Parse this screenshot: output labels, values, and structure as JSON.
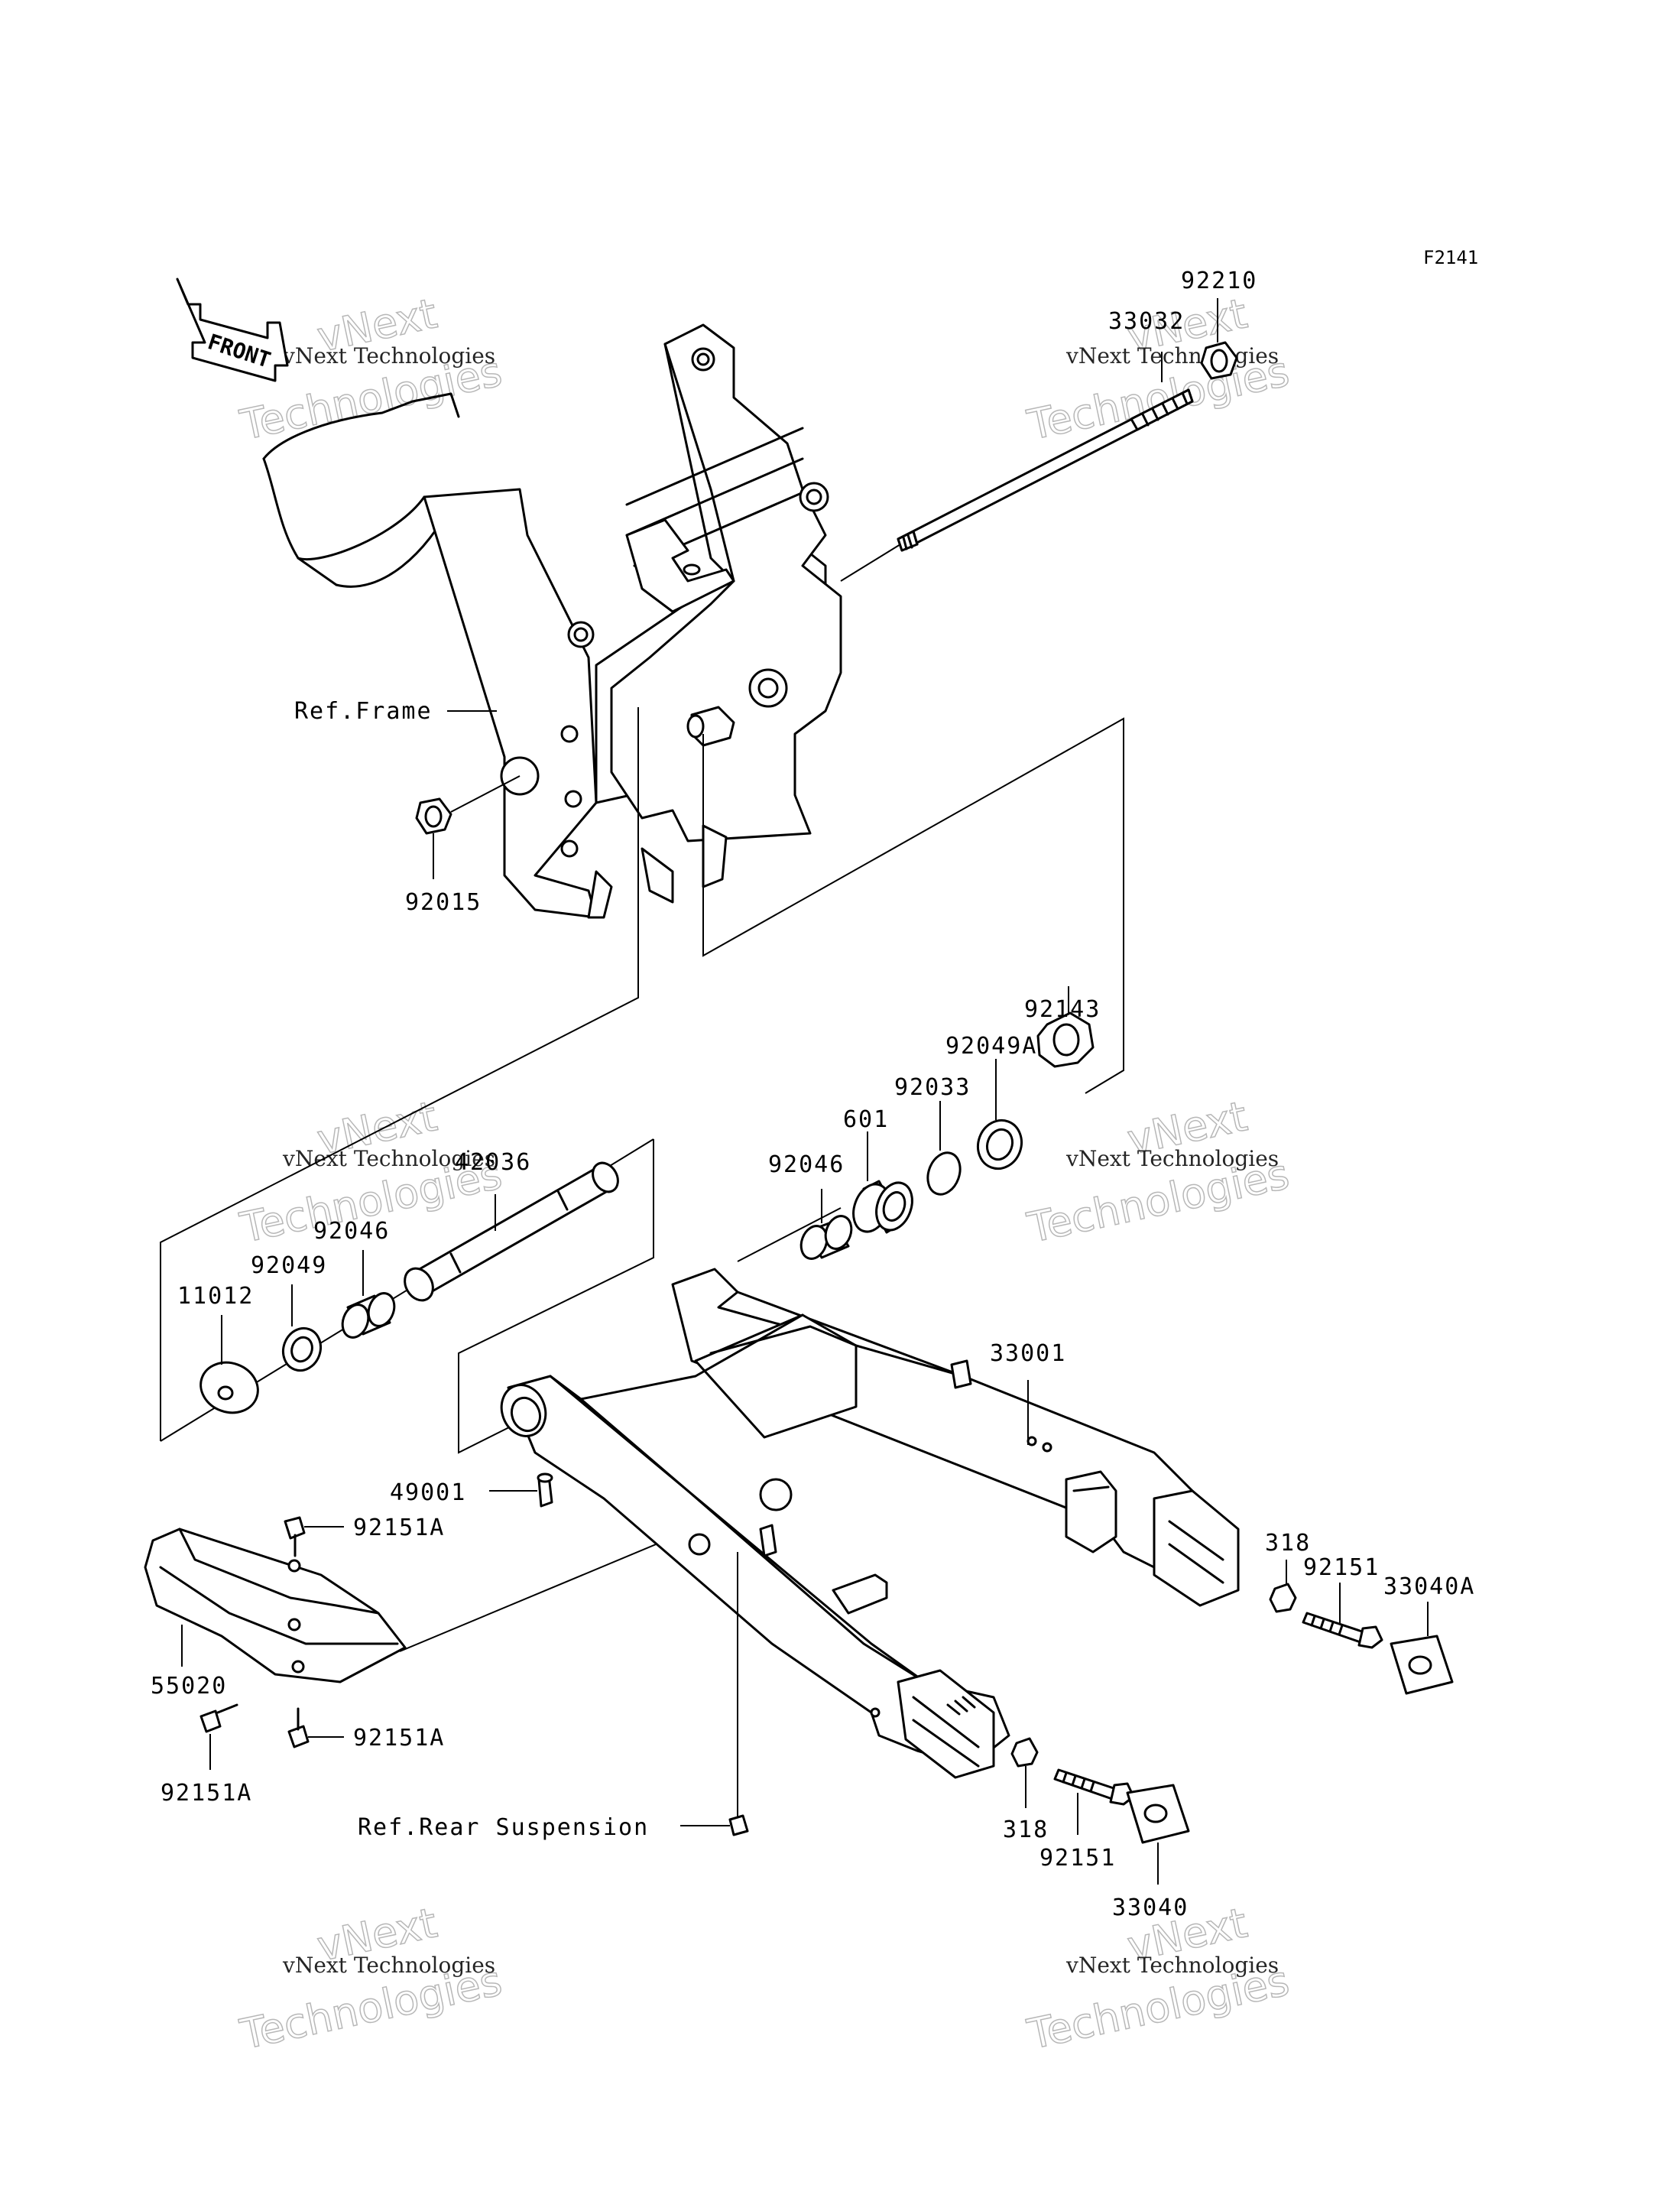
{
  "figure_code": "F2141",
  "front_label": "FRONT",
  "references": {
    "frame": "Ref.Frame",
    "rear_suspension": "Ref.Rear Suspension"
  },
  "parts": {
    "p92210": "92210",
    "p33032": "33032",
    "p92015": "92015",
    "p92143": "92143",
    "p92049A": "92049A",
    "p92033": "92033",
    "p601": "601",
    "p92046_right": "92046",
    "p42036": "42036",
    "p92046_left": "92046",
    "p92049": "92049",
    "p11012": "11012",
    "p33001": "33001",
    "p49001": "49001",
    "p92151A_top": "92151A",
    "p55020": "55020",
    "p92151A_mid": "92151A",
    "p92151A_bottom": "92151A",
    "p318_upper": "318",
    "p92151_upper": "92151",
    "p33040A": "33040A",
    "p318_lower": "318",
    "p92151_lower": "92151",
    "p33040": "33040"
  },
  "watermark": {
    "line1": "vNext Technologies",
    "line2": "vNext",
    "line3": "Technologies"
  }
}
